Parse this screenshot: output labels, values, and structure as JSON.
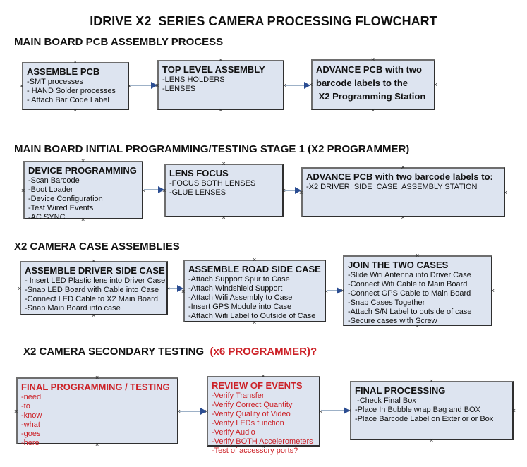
{
  "palette": {
    "box_fill": "#dde4f0",
    "box_border_dark": "#2f2f2f",
    "box_border_light": "#6e6e6e",
    "arrow_line": "#9db1c7",
    "arrow_head": "#2b4d92",
    "red_text": "#cc2127",
    "black_text": "#111111",
    "background": "#ffffff"
  },
  "title": "IDRIVE X2  SERIES CAMERA PROCESSING FLOWCHART",
  "sections": [
    {
      "heading": "MAIN BOARD PCB ASSEMBLY PROCESS",
      "boxes": [
        {
          "title": "ASSEMBLE PCB",
          "items": [
            "-SMT processes",
            "- HAND Solder processes",
            "- Attach Bar Code Label"
          ]
        },
        {
          "title": "TOP LEVEL ASSEMBLY",
          "items": [
            "-LENS HOLDERS",
            "-LENSES"
          ]
        },
        {
          "title_lines": [
            "ADVANCE PCB with two",
            "barcode labels to the",
            " X2 Programming Station"
          ]
        }
      ]
    },
    {
      "heading": "MAIN BOARD INITIAL PROGRAMMING/TESTING STAGE 1 (X2 PROGRAMMER)",
      "boxes": [
        {
          "title": "DEVICE PROGRAMMING",
          "items": [
            "-Scan Barcode",
            "-Boot Loader",
            "-Device Configuration",
            "-Test Wired Events",
            "-AC SYNC"
          ]
        },
        {
          "title": "LENS FOCUS",
          "items": [
            "-FOCUS BOTH LENSES",
            "-GLUE LENSES"
          ]
        },
        {
          "title": "ADVANCE PCB with two barcode labels to:",
          "items": [
            "-X2 DRIVER  SIDE  CASE  ASSEMBLY STATION"
          ]
        }
      ]
    },
    {
      "heading": "X2 CAMERA CASE ASSEMBLIES",
      "boxes": [
        {
          "title": "ASSEMBLE DRIVER SIDE CASE",
          "items": [
            "- Insert LED Plastic lens into Driver Case",
            "-Snap LED Board with Cable into Case",
            "-Connect LED Cable to X2 Main Board",
            "-Snap Main Board into case"
          ]
        },
        {
          "title": "ASSEMBLE ROAD SIDE CASE",
          "items": [
            "-Attach Support Spur to Case",
            "-Attach Windshield Support",
            "-Attach Wifi Assembly to Case",
            "-Insert GPS Module into Case",
            "-Attach Wifi Label to Outside of Case"
          ]
        },
        {
          "title": "JOIN THE TWO CASES",
          "items": [
            "-Slide Wifi Antenna into Driver Case",
            "-Connect Wifi Cable to Main Board",
            "-Connect GPS Cable to Main Board",
            "-Snap Cases Together",
            "-Attach S/N Label to outside of case",
            "-Secure cases with Screw"
          ]
        }
      ]
    },
    {
      "heading": "X2 CAMERA SECONDARY TESTING ",
      "heading_red": " (x6 PROGRAMMER)?",
      "boxes": [
        {
          "title": "FINAL PROGRAMMING / TESTING",
          "items": [
            "-need",
            "-to",
            "-know",
            "-what",
            "-goes",
            "-here"
          ]
        },
        {
          "title": "REVIEW OF EVENTS",
          "items": [
            "-Verify Transfer",
            "-Verify Correct Quantity",
            "-Verify Quality of Video",
            "-Verify LEDs function",
            "-Verify Audio",
            "-Verify BOTH Accelerometers",
            "-Test of accessory ports?"
          ]
        },
        {
          "title": "FINAL PROCESSING",
          "items": [
            " -Check Final Box",
            "-Place In Bubble wrap Bag and BOX",
            "-Place Barcode Label on Exterior or Box"
          ]
        }
      ]
    }
  ]
}
